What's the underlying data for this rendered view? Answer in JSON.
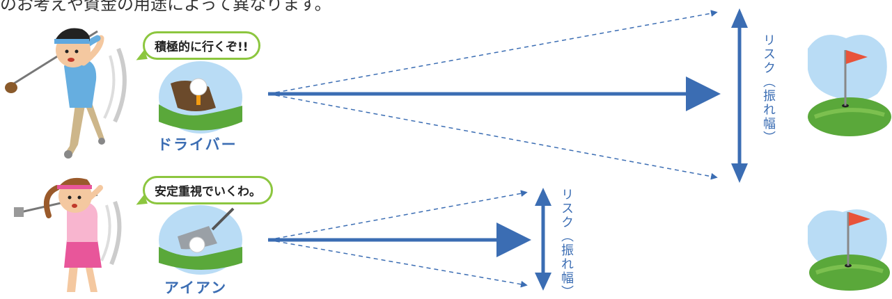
{
  "intro_text": "のお考えや資金の用途によって異なります。",
  "driver": {
    "bubble": "積極的に行くぞ!!",
    "label": "ドライバー",
    "risk_label": "リスク（振れ幅）"
  },
  "iron": {
    "bubble": "安定重視でいくわ。",
    "label": "アイアン",
    "risk_label": "リスク（振れ幅）"
  },
  "colors": {
    "arrow": "#3b6db3",
    "bubble_border": "#8cc63f",
    "green": "#5aa83a",
    "flag": "#e8533a",
    "splash": "#b9dcf5"
  }
}
